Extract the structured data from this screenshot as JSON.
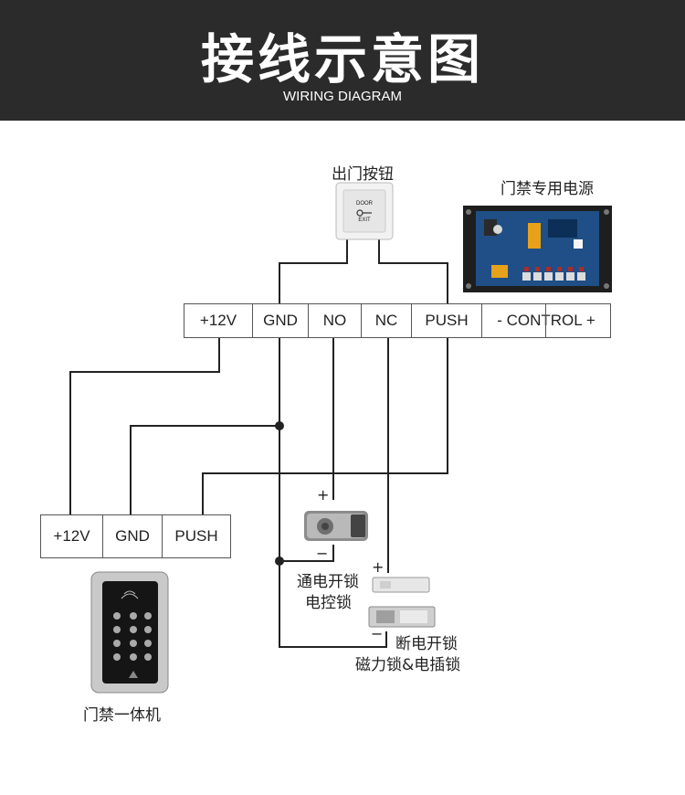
{
  "header": {
    "title": "接线示意图",
    "subtitle": "WIRING DIAGRAM"
  },
  "labels": {
    "exit_button": "出门按钮",
    "exit_button_text_top": "DOOR",
    "exit_button_text_bottom": "EXIT",
    "power_supply": "门禁专用电源",
    "electric_lock_line1": "通电开锁",
    "electric_lock_line2": "电控锁",
    "maglock_line1": "断电开锁",
    "maglock_line2": "磁力锁&电插锁",
    "controller": "门禁一体机",
    "plus": "+",
    "minus": "−"
  },
  "power_terminals": [
    "+12V",
    "GND",
    "NO",
    "NC",
    "PUSH",
    "- CONTROL +"
  ],
  "controller_terminals": [
    "+12V",
    "GND",
    "PUSH"
  ],
  "colors": {
    "header_bg": "#2b2b2b",
    "wire": "#222222",
    "panel_bg": "#1e1e1e",
    "pcb": "#1f4f86"
  }
}
